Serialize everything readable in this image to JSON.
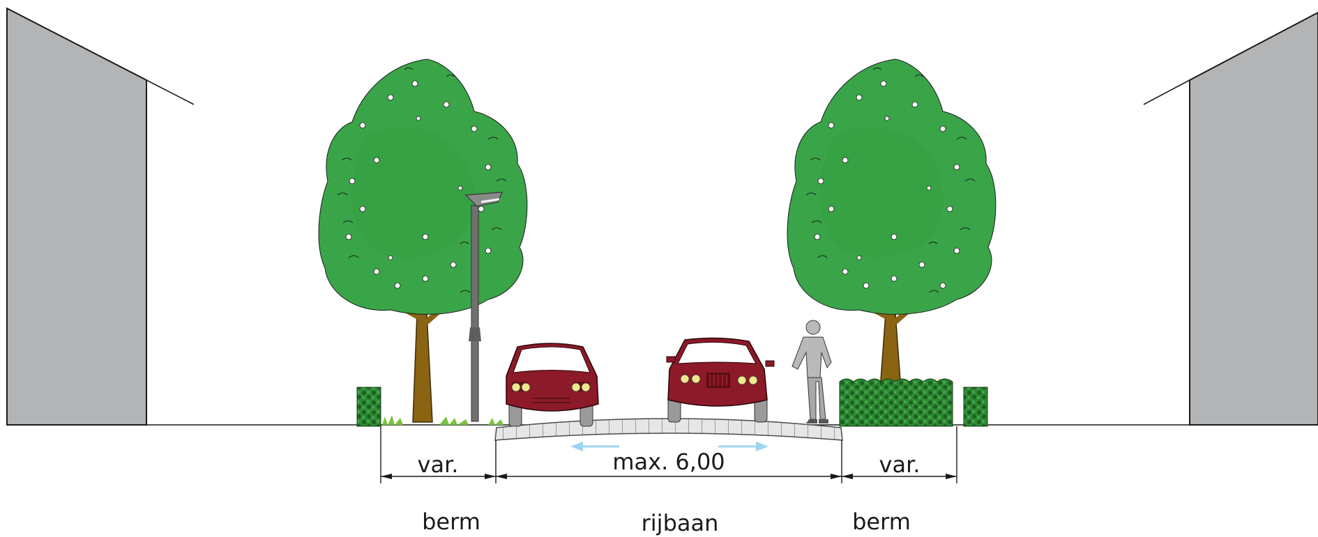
{
  "dimensions": {
    "left": "var.",
    "middle": "max. 6,00",
    "right": "var."
  },
  "labels": {
    "left": "berm",
    "middle": "rijbaan",
    "right": "berm"
  },
  "colors": {
    "building": "#b3b4b6",
    "foliage": "#3aa548",
    "foliage_dark": "#2a8a3a",
    "trunk": "#8a6412",
    "car": "#8c1a28",
    "headlight": "#f0e68c",
    "hedge": "#2e7d32",
    "arrow": "#9fd4f0",
    "road": "#e3e3e3",
    "person": "#b9b9b9"
  },
  "icons": [
    "tree-icon",
    "car-icon",
    "pedestrian-icon",
    "street-lamp-icon",
    "hedge-icon",
    "building-icon"
  ]
}
